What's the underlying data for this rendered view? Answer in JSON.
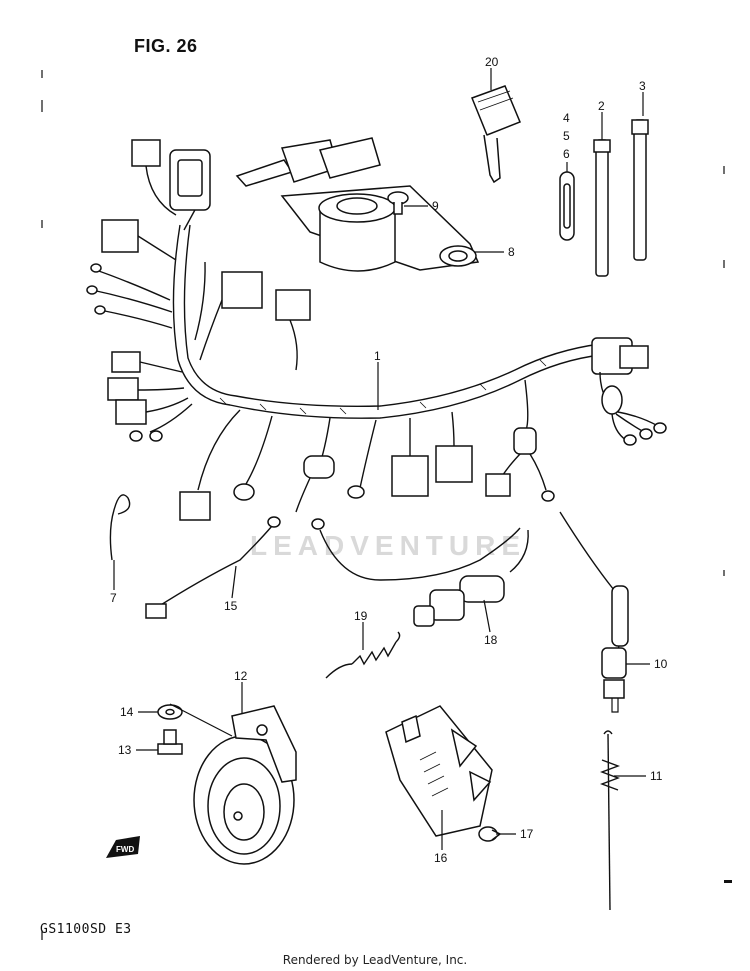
{
  "figure": {
    "title": "FIG. 26",
    "model": "GS1100SD  E3"
  },
  "watermark": "LEADVENTURE",
  "footer": "Rendered by LeadVenture, Inc.",
  "fwd_label": "FWD",
  "callouts": [
    {
      "id": "c1",
      "label": "1"
    },
    {
      "id": "c2",
      "label": "2"
    },
    {
      "id": "c3",
      "label": "3"
    },
    {
      "id": "c4",
      "label": "4"
    },
    {
      "id": "c5",
      "label": "5"
    },
    {
      "id": "c6",
      "label": "6"
    },
    {
      "id": "c7",
      "label": "7"
    },
    {
      "id": "c8",
      "label": "8"
    },
    {
      "id": "c9",
      "label": "9"
    },
    {
      "id": "c10",
      "label": "10"
    },
    {
      "id": "c11",
      "label": "11"
    },
    {
      "id": "c12",
      "label": "12"
    },
    {
      "id": "c13",
      "label": "13"
    },
    {
      "id": "c14",
      "label": "14"
    },
    {
      "id": "c15",
      "label": "15"
    },
    {
      "id": "c16",
      "label": "16"
    },
    {
      "id": "c17",
      "label": "17"
    },
    {
      "id": "c18",
      "label": "18"
    },
    {
      "id": "c19",
      "label": "19"
    },
    {
      "id": "c20",
      "label": "20"
    }
  ]
}
